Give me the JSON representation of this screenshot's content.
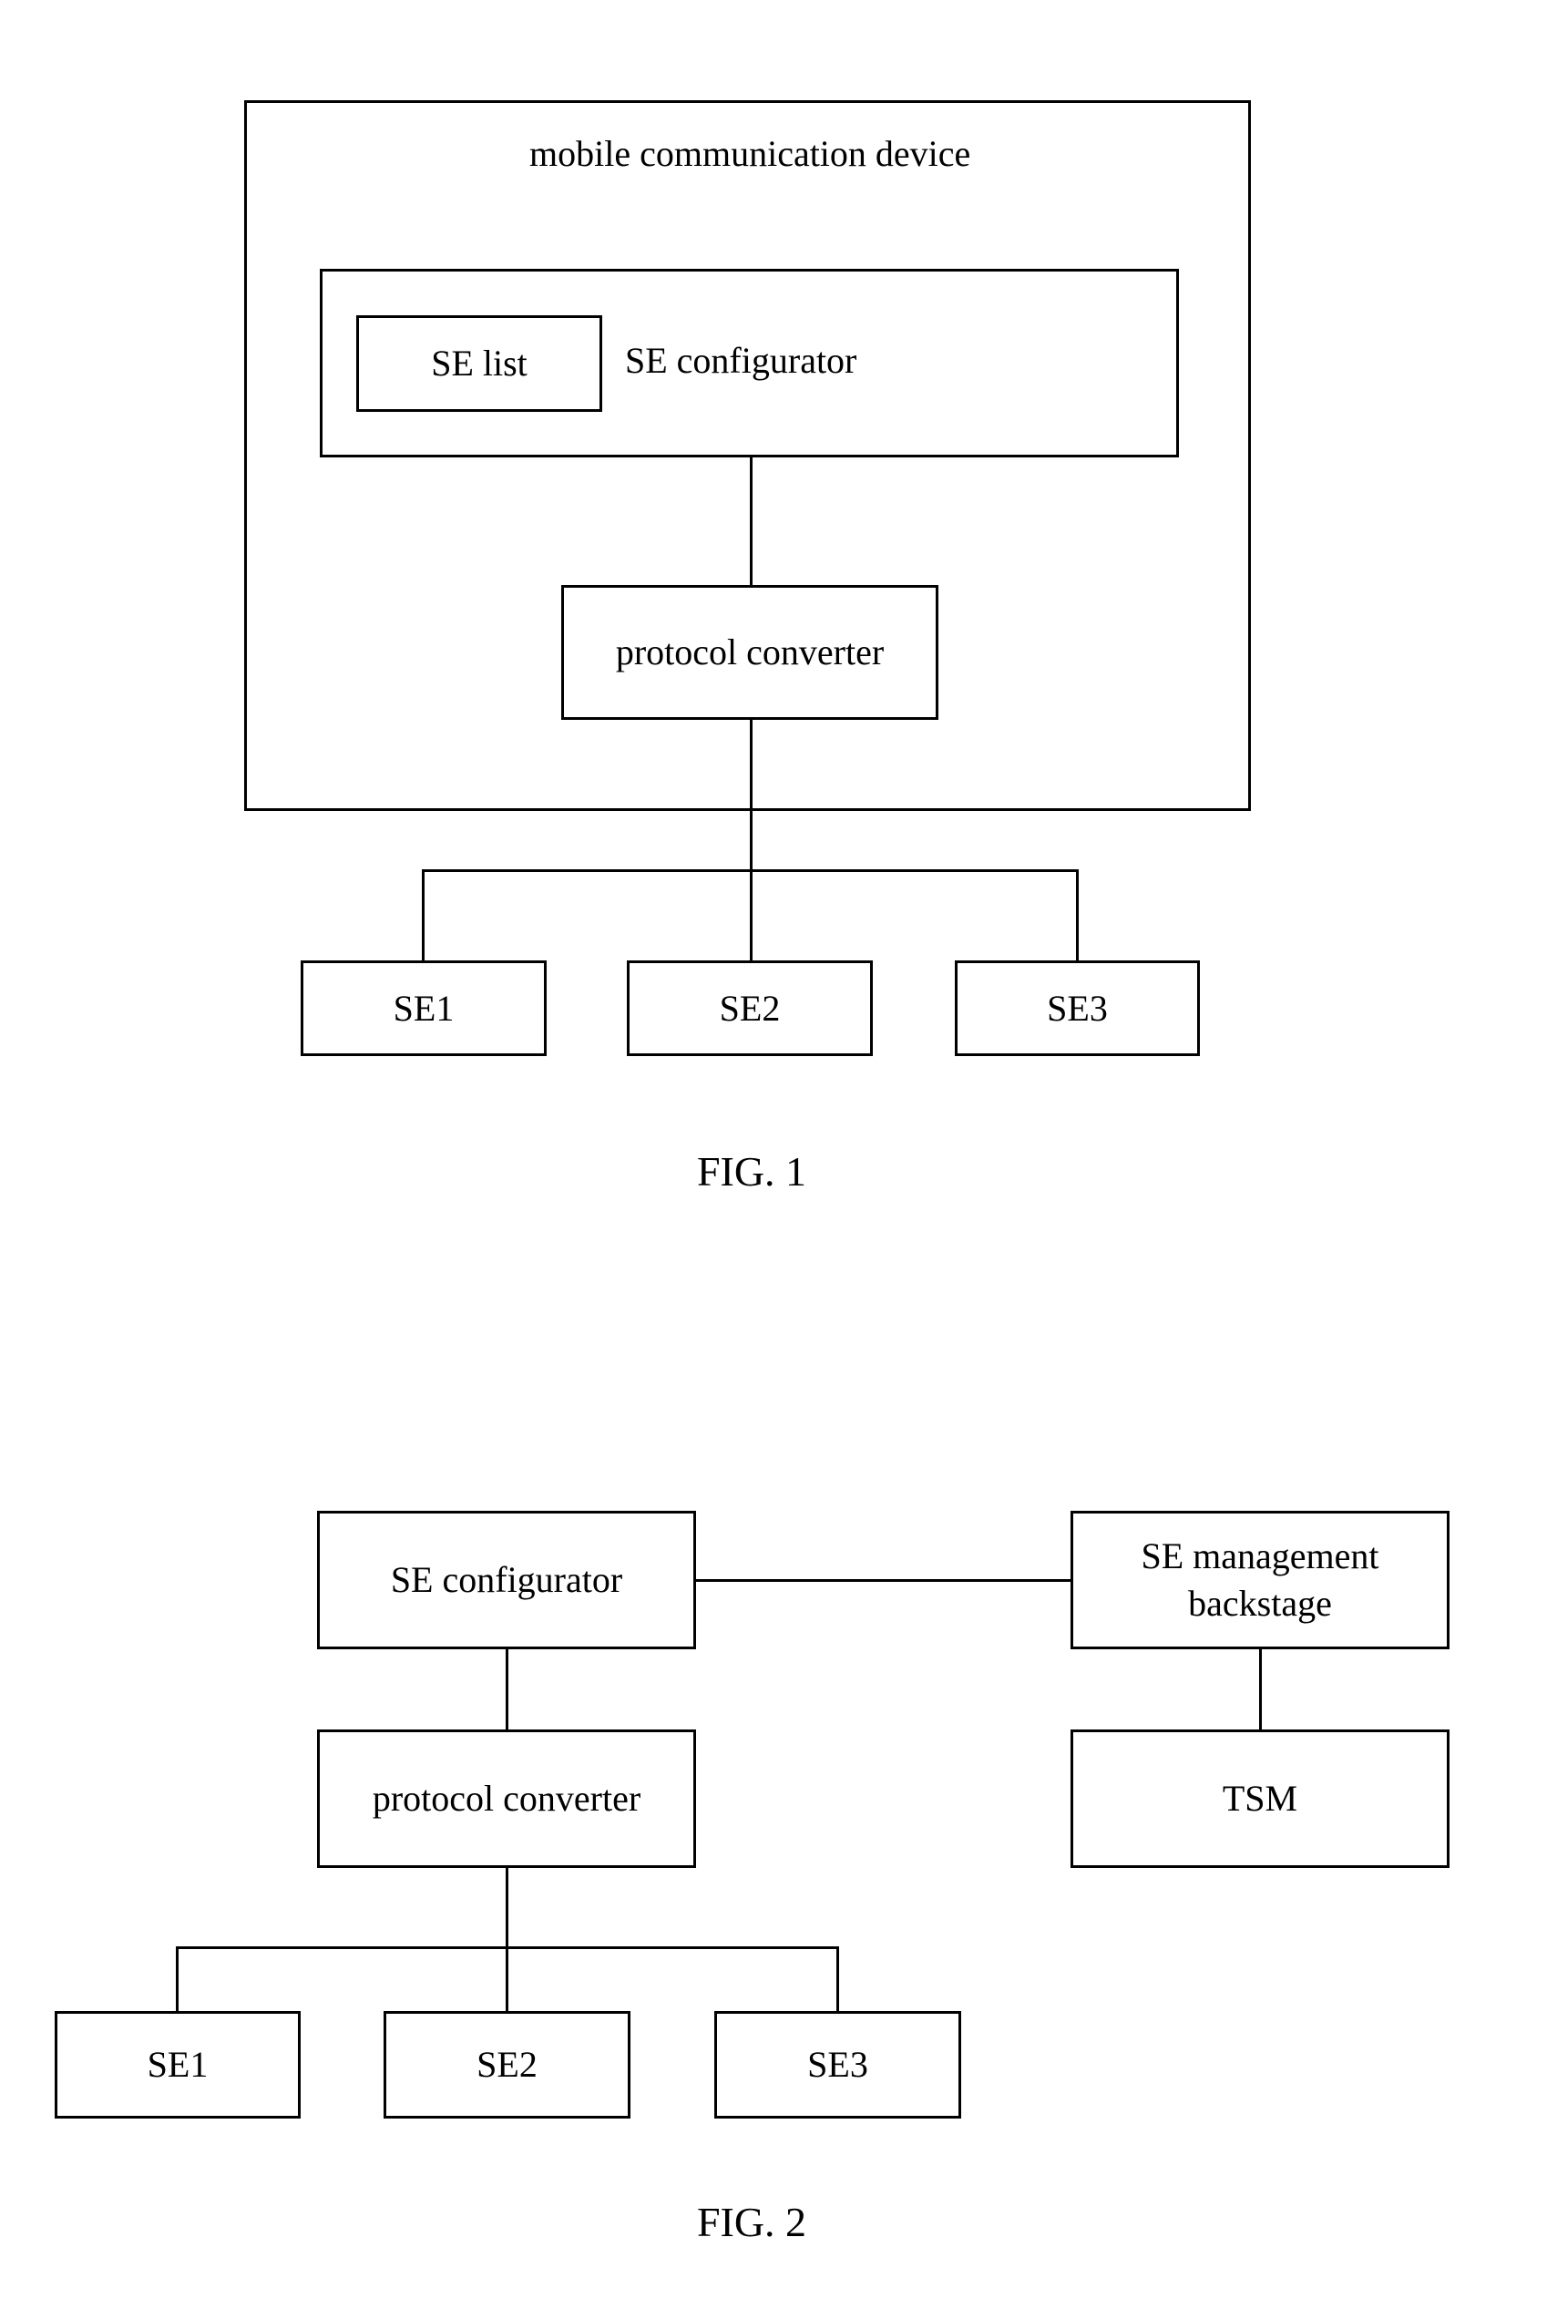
{
  "fig1": {
    "device_label": "mobile communication device",
    "se_list": "SE list",
    "se_configurator": "SE configurator",
    "protocol_converter": "protocol converter",
    "se1": "SE1",
    "se2": "SE2",
    "se3": "SE3",
    "caption": "FIG. 1"
  },
  "fig2": {
    "se_configurator": "SE configurator",
    "protocol_converter": "protocol converter",
    "se_management_line1": "SE management",
    "se_management_line2": "backstage",
    "tsm": "TSM",
    "se1": "SE1",
    "se2": "SE2",
    "se3": "SE3",
    "caption": "FIG. 2"
  }
}
